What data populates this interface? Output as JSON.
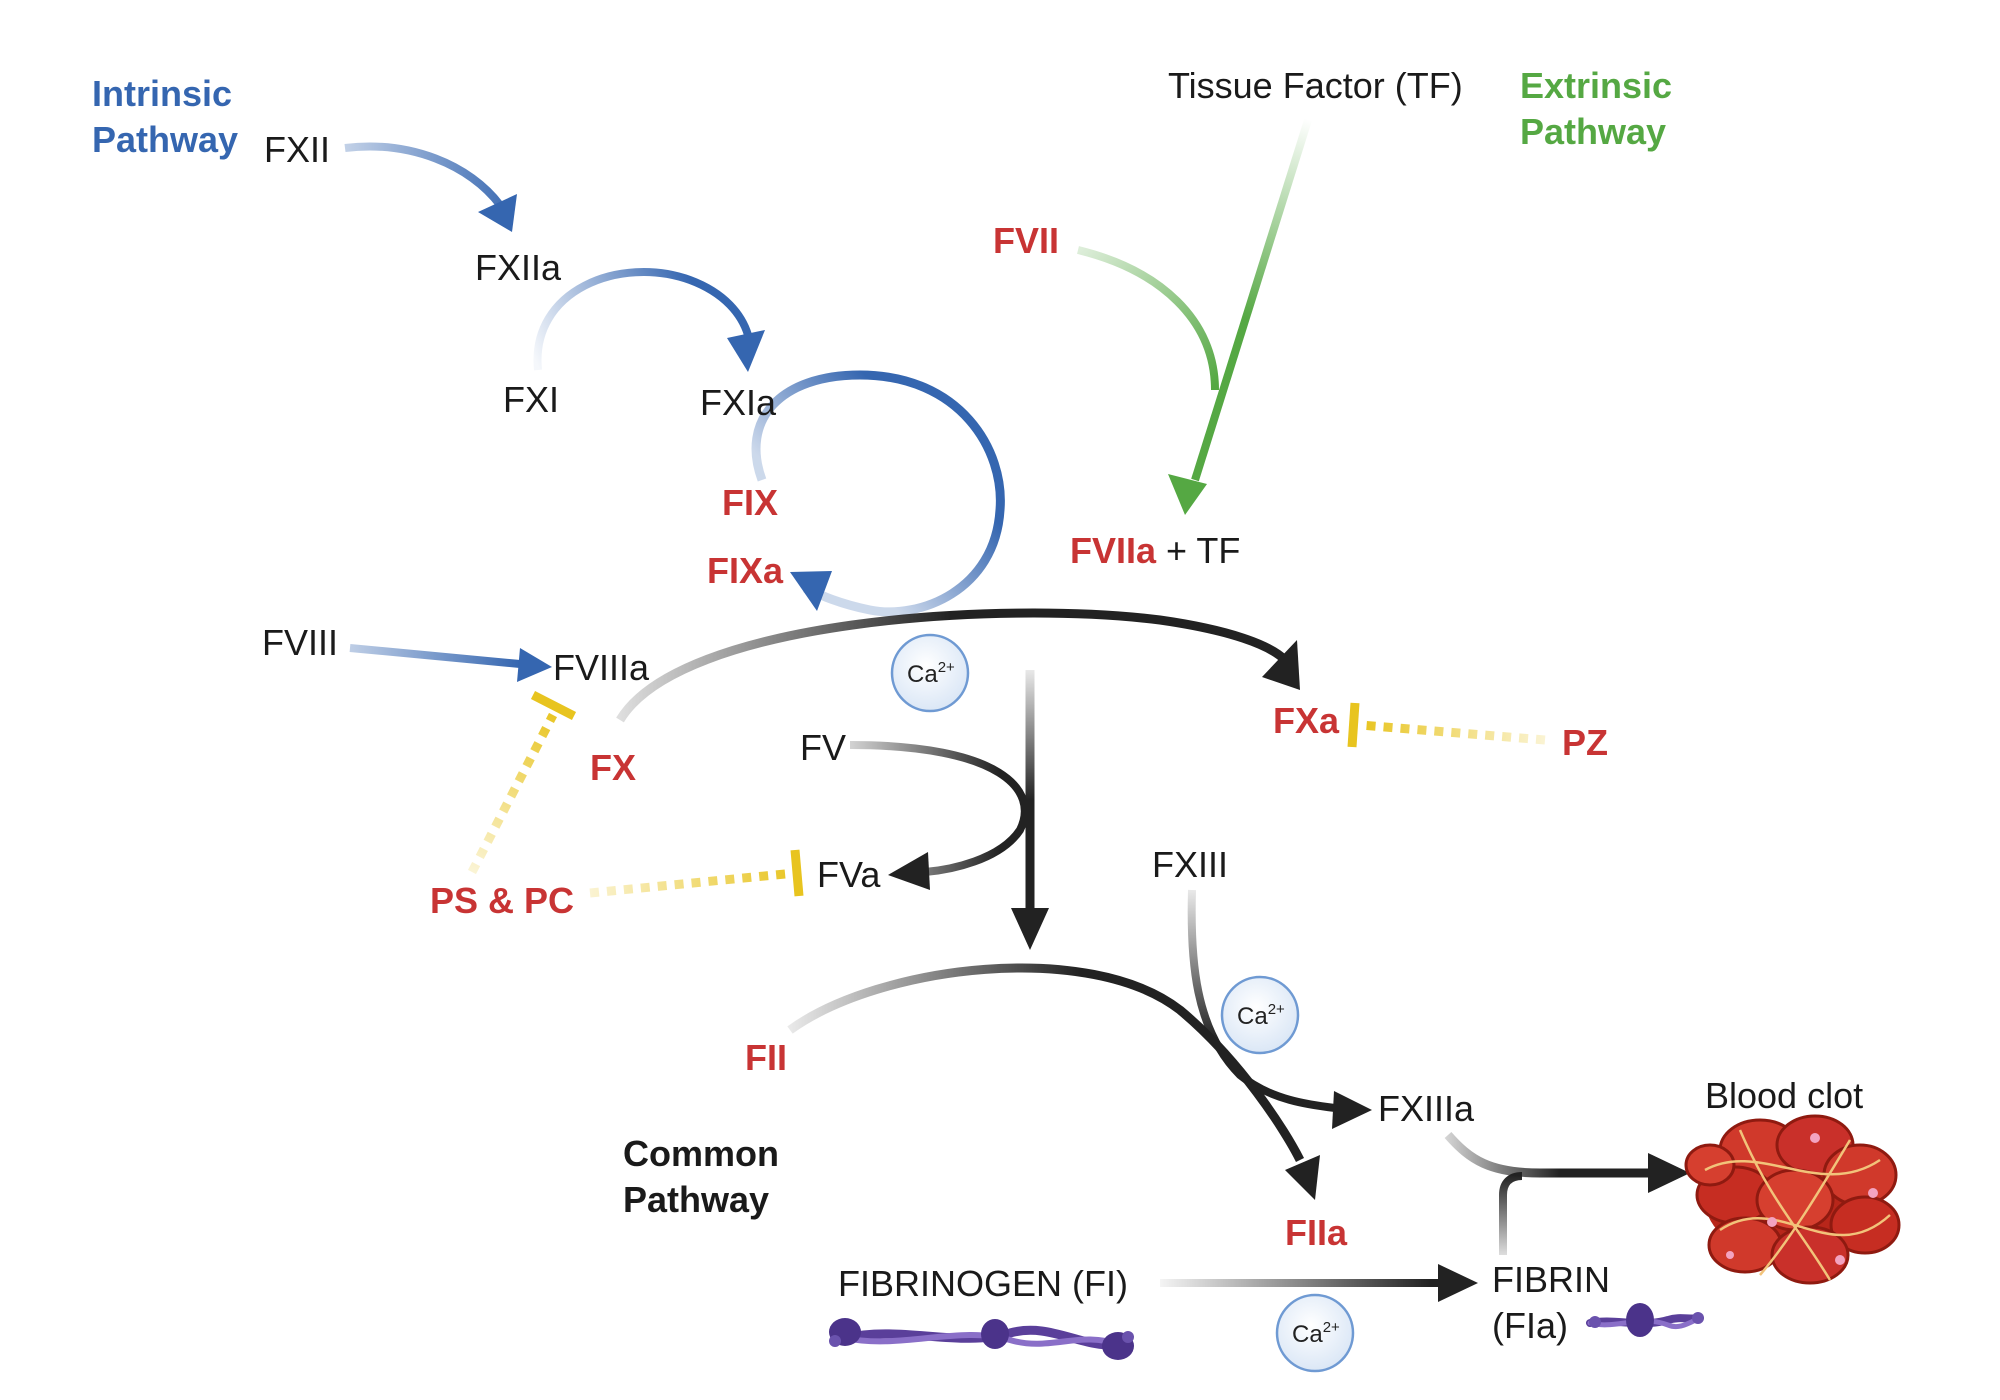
{
  "pathways": {
    "intrinsic": [
      "Intrinsic",
      "Pathway"
    ],
    "extrinsic": [
      "Extrinsic",
      "Pathway"
    ],
    "common": [
      "Common",
      "Pathway"
    ]
  },
  "factors": {
    "fxii": "FXII",
    "fxiia": "FXIIa",
    "fxi": "FXI",
    "fxia": "FXIa",
    "fix": "FIX",
    "fixa": "FIXa",
    "fviii": "FVIII",
    "fviiia": "FVIIIa",
    "fx": "FX",
    "fxa": "FXa",
    "fv": "FV",
    "fva": "FVa",
    "fii": "FII",
    "fiia": "FIIa",
    "fxiii": "FXIII",
    "fxiiia": "FXIIIa",
    "tissue_factor": "Tissue Factor (TF)",
    "fvii": "FVII",
    "fviia": "FVIIa",
    "fviia_suffix": " + TF",
    "pz": "PZ",
    "ps_pc": "PS & PC",
    "fibrinogen": "FIBRINOGEN (FI)",
    "fibrin": [
      "FIBRIN",
      "(FIa)"
    ],
    "blood_clot": "Blood clot"
  },
  "cofactor": {
    "base": "Ca",
    "superscript": "2+"
  },
  "colors": {
    "intrinsic": "#3566b0",
    "extrinsic": "#55a843",
    "common": "#222222",
    "factor_red": "#c83434",
    "inhibitor": "#e8c41f",
    "clot": "#c0281c",
    "fibrin_strand": "#5a3f9a"
  },
  "icons": [
    "calcium-ion-icon",
    "fibrinogen-strand-icon",
    "fibrin-strand-icon",
    "blood-clot-icon"
  ]
}
